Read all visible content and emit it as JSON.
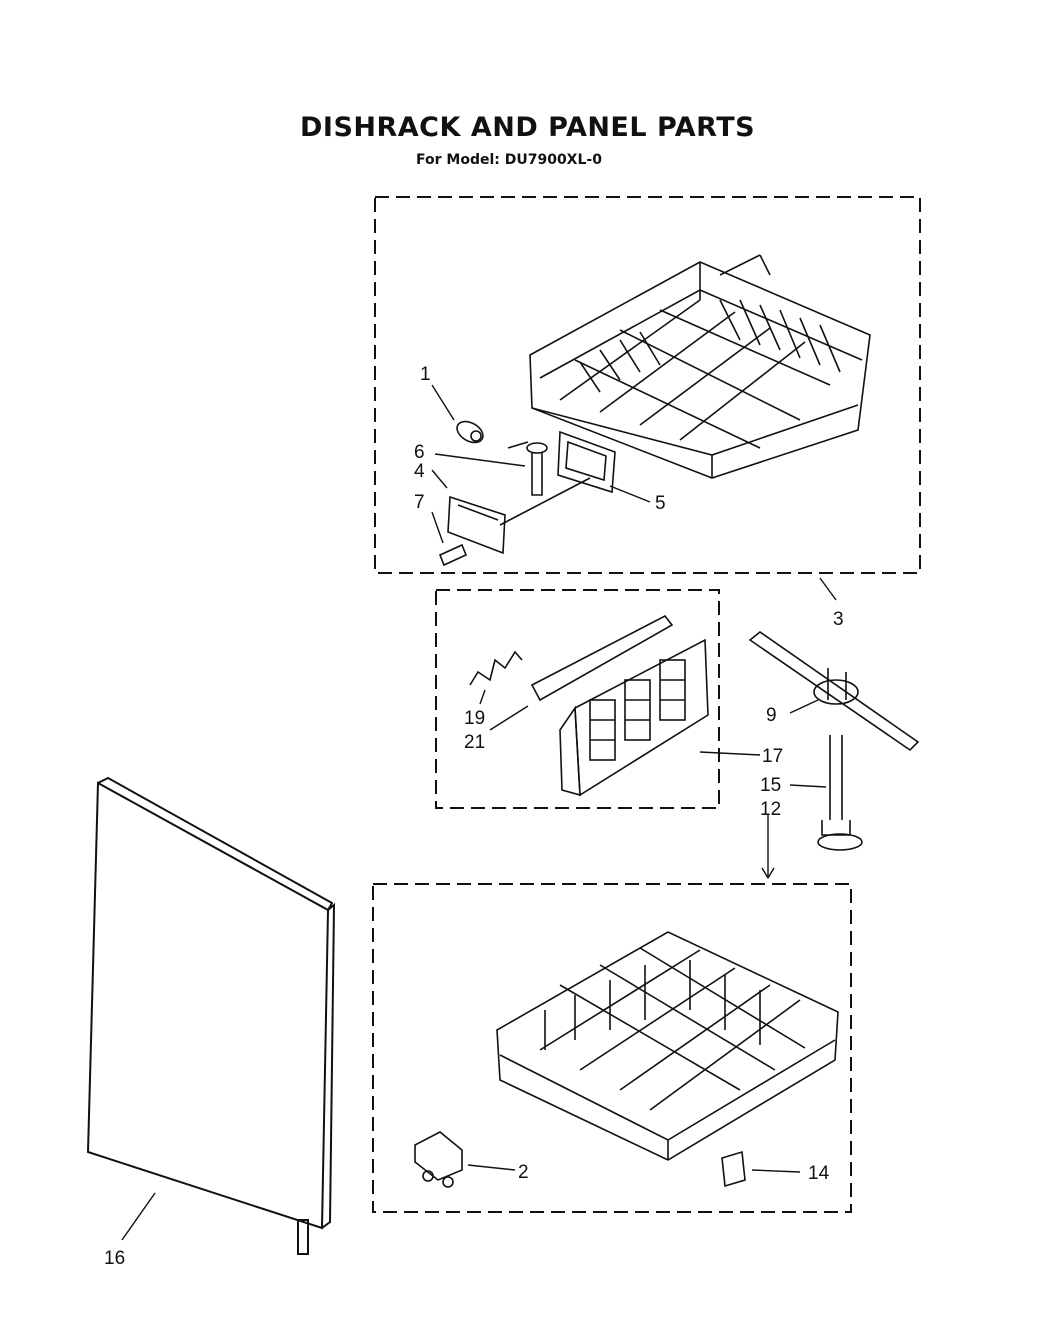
{
  "title": "DISHRACK AND PANEL PARTS",
  "subtitle": "For Model: DU7900XL-0",
  "callouts": {
    "c1": "1",
    "c2": "2",
    "c3": "3",
    "c4": "4",
    "c5": "5",
    "c6": "6",
    "c7": "7",
    "c9": "9",
    "c12": "12",
    "c14": "14",
    "c15": "15",
    "c16": "16",
    "c17": "17",
    "c19": "19",
    "c21": "21"
  }
}
